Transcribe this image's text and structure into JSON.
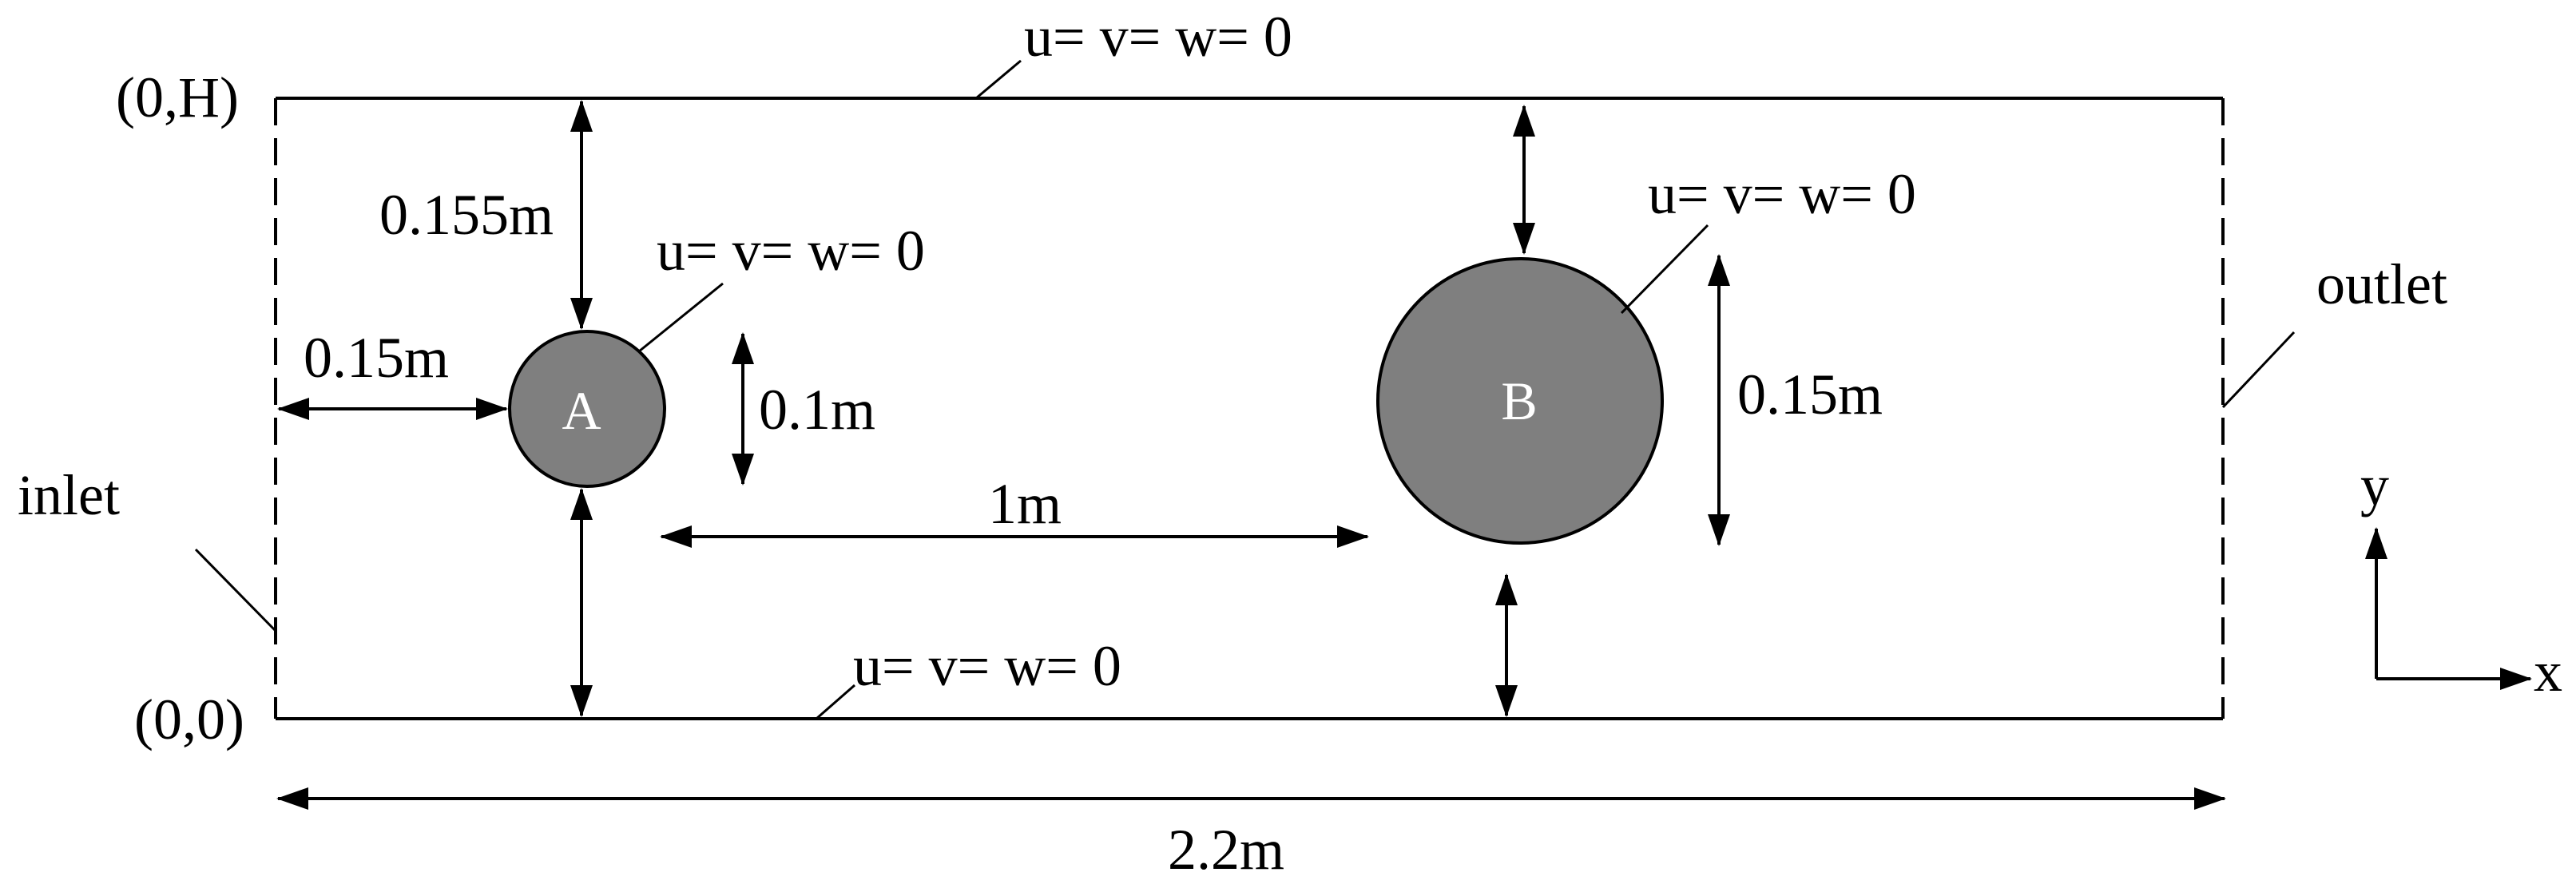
{
  "labels": {
    "origin_top": "(0,H)",
    "origin_bottom": "(0,0)",
    "top_wall_bc": "u= v= w= 0",
    "bottom_wall_bc": "u= v= w= 0",
    "cylinder_a_bc": "u= v= w= 0",
    "cylinder_b_bc": "u= v= w= 0",
    "inlet": "inlet",
    "outlet": "outlet",
    "gap_top_a": "0.155m",
    "dist_inlet_a": "0.15m",
    "diam_a": "0.1m",
    "spacing_ab": "1m",
    "diam_b": "0.15m",
    "length": "2.2m",
    "cylinder_a": "A",
    "cylinder_b": "B",
    "axis_y": "y",
    "axis_x": "x"
  }
}
